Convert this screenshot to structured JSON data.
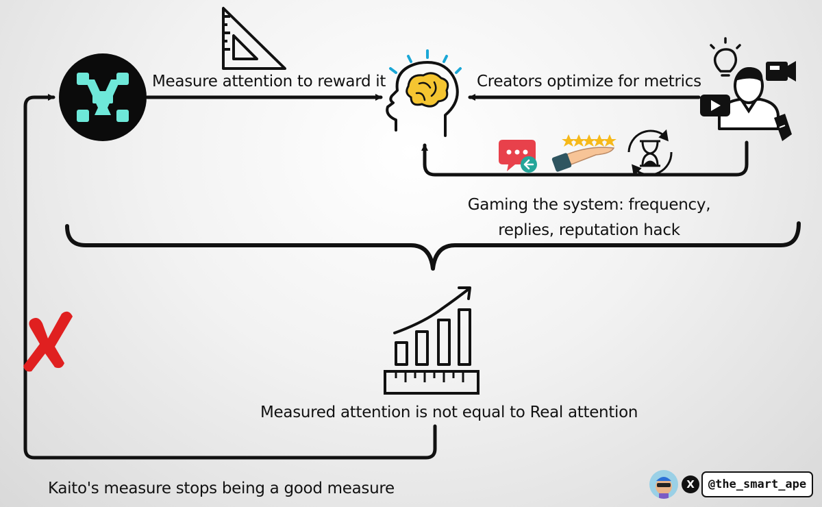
{
  "labels": {
    "measure": "Measure attention to reward it",
    "creators": "Creators optimize for metrics",
    "gaming_line1": "Gaming the system: frequency,",
    "gaming_line2": "replies, reputation hack",
    "not_equal": "Measured attention is not equal to Real attention",
    "kaito": "Kaito's measure stops being a good measure"
  },
  "footer": {
    "handle": "@the_smart_ape",
    "x_logo": "X"
  },
  "colors": {
    "logo_teal": "#6ee8d9",
    "logo_bg": "#0b0b0b",
    "brain_yellow": "#f5c531",
    "accent_blue": "#1aa7d6",
    "cross_red": "#e02020",
    "chat_red": "#e8414b",
    "reply_teal": "#25a69a",
    "star_gold": "#f6b91a",
    "hand_skin": "#f7c497",
    "line": "#111111"
  },
  "icons": [
    "kaito-logo-icon",
    "set-square-icon",
    "brain-head-icon",
    "creator-icon",
    "lightbulb-icon",
    "camera-icon",
    "play-icon",
    "pen-icon",
    "chat-reply-icon",
    "rating-hand-icon",
    "hourglass-cycle-icon",
    "growth-chart-icon",
    "ruler-icon",
    "red-cross-icon",
    "avatar-icon",
    "x-logo-icon"
  ]
}
